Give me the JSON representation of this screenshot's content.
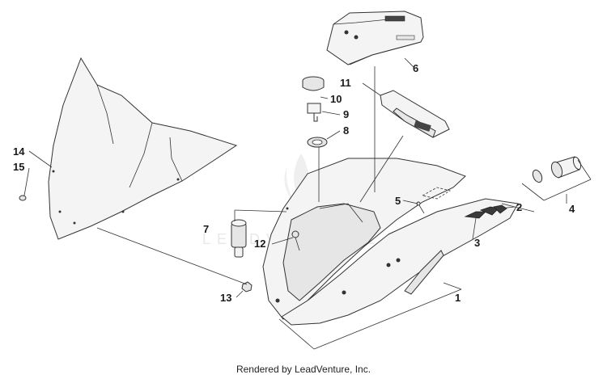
{
  "diagram": {
    "callouts": [
      "1",
      "2",
      "3",
      "4",
      "5",
      "6",
      "7",
      "8",
      "9",
      "10",
      "11",
      "12",
      "13",
      "14",
      "15"
    ],
    "watermark": "LEADVENTURE",
    "footer": "Rendered by LeadVenture, Inc."
  },
  "colors": {
    "line": "#333333",
    "text": "#1a1a1a",
    "watermark": "#d9d9d9"
  }
}
